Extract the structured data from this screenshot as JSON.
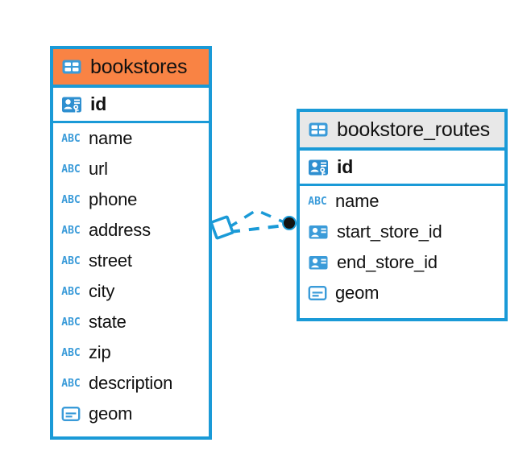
{
  "diagram": {
    "type": "entity-relationship-diagram",
    "colors": {
      "border": "#1a9ad7",
      "header_highlight": "#f98344",
      "header_default": "#e8e8e8",
      "icon_blue": "#3a9bd9",
      "text": "#111111",
      "connector_line": "#1a9ad7",
      "connector_endpoint_fill": "#111111"
    },
    "entities": [
      {
        "name": "bookstores",
        "icon": "table-icon",
        "header_style": "accent-orange",
        "primary_key": {
          "label": "id",
          "icon": "primary-key-icon"
        },
        "attributes": [
          {
            "label": "name",
            "icon": "text-type-icon",
            "icon_text": "ABC"
          },
          {
            "label": "url",
            "icon": "text-type-icon",
            "icon_text": "ABC"
          },
          {
            "label": "phone",
            "icon": "text-type-icon",
            "icon_text": "ABC"
          },
          {
            "label": "address",
            "icon": "text-type-icon",
            "icon_text": "ABC"
          },
          {
            "label": "street",
            "icon": "text-type-icon",
            "icon_text": "ABC"
          },
          {
            "label": "city",
            "icon": "text-type-icon",
            "icon_text": "ABC"
          },
          {
            "label": "state",
            "icon": "text-type-icon",
            "icon_text": "ABC"
          },
          {
            "label": "zip",
            "icon": "text-type-icon",
            "icon_text": "ABC"
          },
          {
            "label": "description",
            "icon": "text-type-icon",
            "icon_text": "ABC"
          },
          {
            "label": "geom",
            "icon": "geometry-type-icon"
          }
        ]
      },
      {
        "name": "bookstore_routes",
        "icon": "table-icon",
        "header_style": "accent-gray",
        "primary_key": {
          "label": "id",
          "icon": "primary-key-icon"
        },
        "attributes": [
          {
            "label": "name",
            "icon": "text-type-icon",
            "icon_text": "ABC"
          },
          {
            "label": "start_store_id",
            "icon": "foreign-key-icon"
          },
          {
            "label": "end_store_id",
            "icon": "foreign-key-icon"
          },
          {
            "label": "geom",
            "icon": "geometry-type-icon"
          }
        ]
      }
    ],
    "relationship": {
      "from": "bookstores",
      "to": "bookstore_routes",
      "line_style": "dashed",
      "source_endpoint": "diamond",
      "target_endpoint": "filled-circle"
    }
  }
}
